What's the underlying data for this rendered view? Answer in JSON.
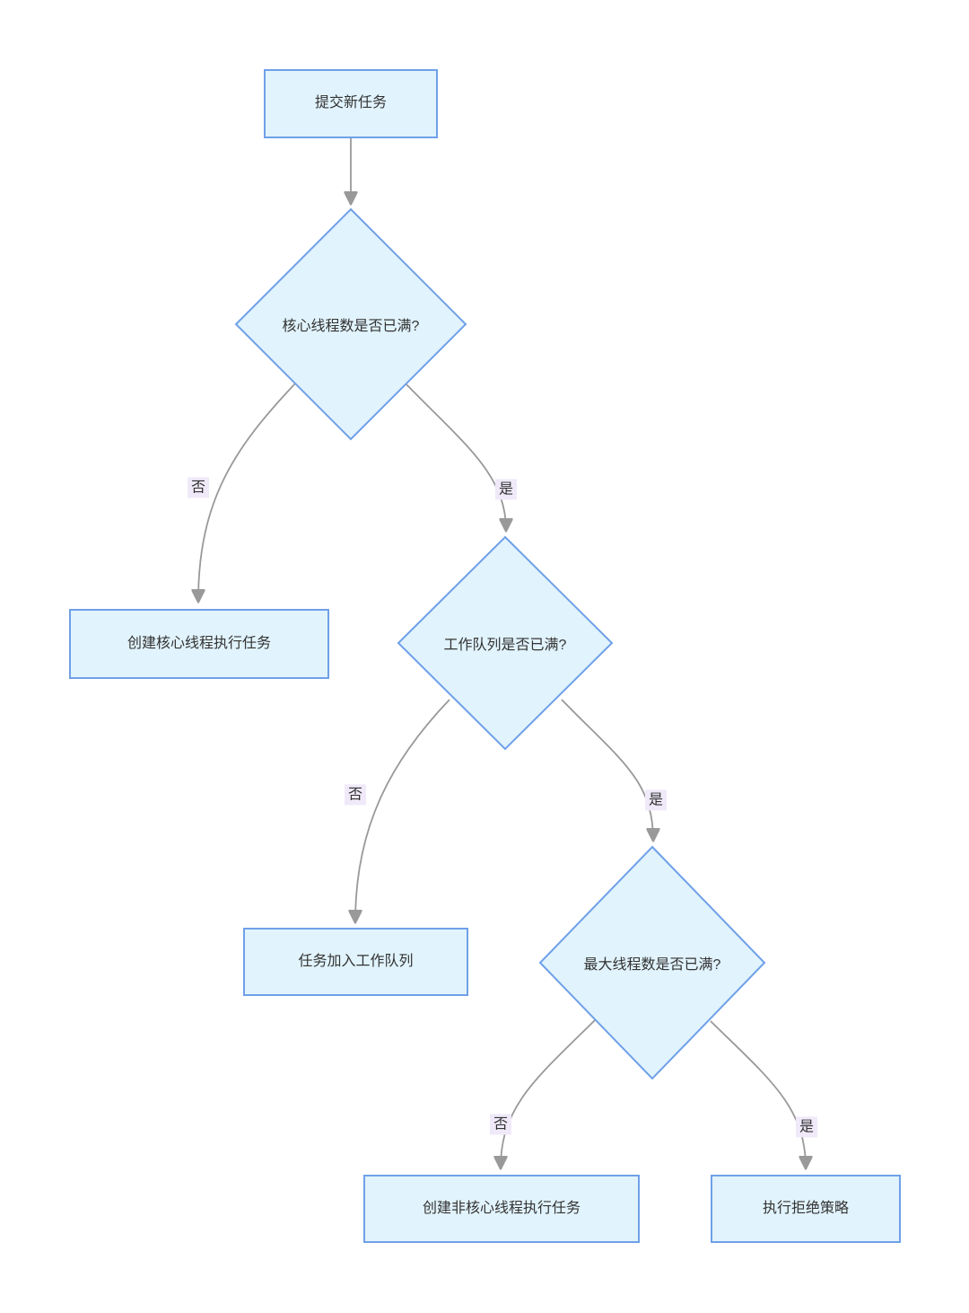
{
  "flowchart": {
    "nodes": {
      "submit_task": {
        "label": "提交新任务",
        "shape": "rect"
      },
      "core_full": {
        "label": "核心线程数是否已满?",
        "shape": "diamond"
      },
      "create_core": {
        "label": "创建核心线程执行任务",
        "shape": "rect"
      },
      "queue_full": {
        "label": "工作队列是否已满?",
        "shape": "diamond"
      },
      "enqueue": {
        "label": "任务加入工作队列",
        "shape": "rect"
      },
      "max_full": {
        "label": "最大线程数是否已满?",
        "shape": "diamond"
      },
      "create_noncore": {
        "label": "创建非核心线程执行任务",
        "shape": "rect"
      },
      "reject": {
        "label": "执行拒绝策略",
        "shape": "rect"
      }
    },
    "edges": [
      {
        "from": "submit_task",
        "to": "core_full",
        "label": ""
      },
      {
        "from": "core_full",
        "to": "create_core",
        "label": "否"
      },
      {
        "from": "core_full",
        "to": "queue_full",
        "label": "是"
      },
      {
        "from": "queue_full",
        "to": "enqueue",
        "label": "否"
      },
      {
        "from": "queue_full",
        "to": "max_full",
        "label": "是"
      },
      {
        "from": "max_full",
        "to": "create_noncore",
        "label": "否"
      },
      {
        "from": "max_full",
        "to": "reject",
        "label": "是"
      }
    ],
    "colors": {
      "node_fill": "#e1f3fc",
      "node_border": "#6fa0e8",
      "edge_line": "#999999",
      "edge_label_bg": "#efe9f9",
      "text": "#333333",
      "bg": "#ffffff"
    }
  }
}
